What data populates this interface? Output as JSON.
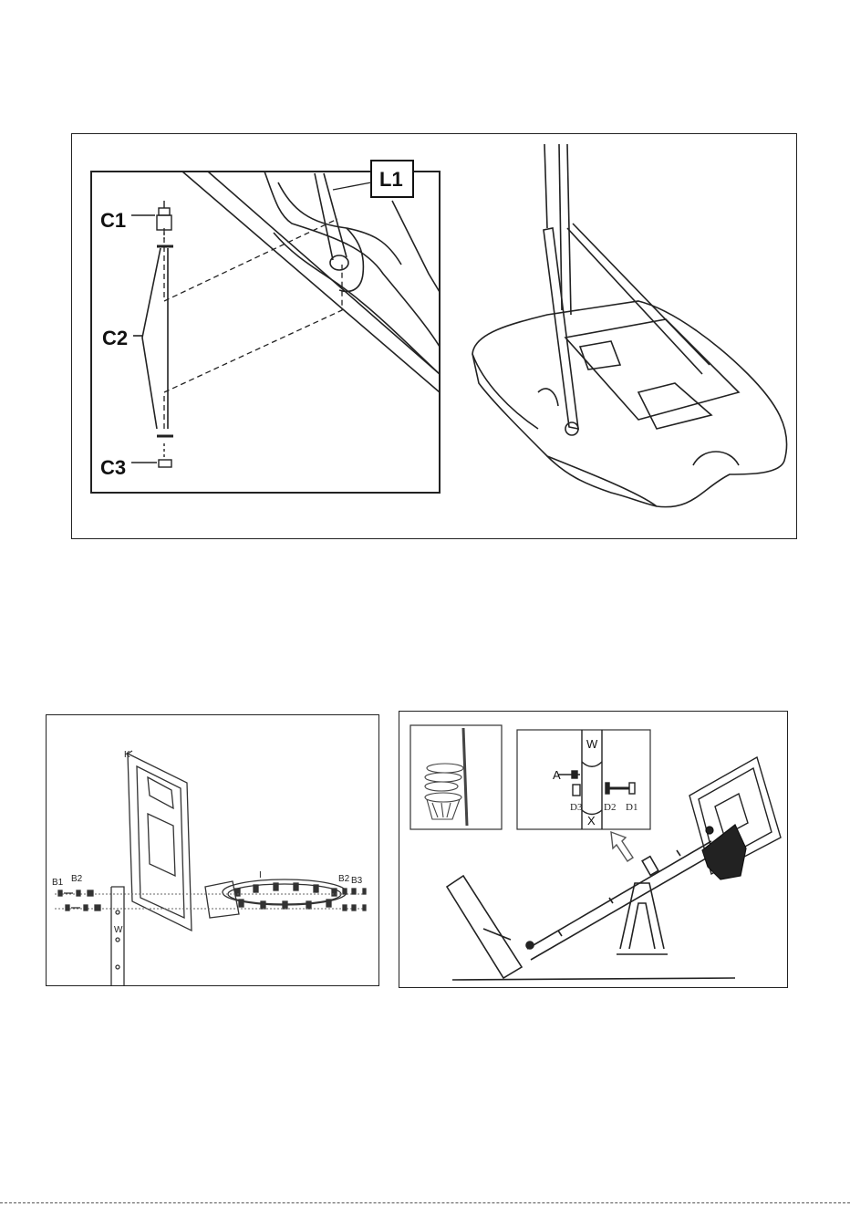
{
  "top_figure": {
    "callout_labels": {
      "c1": "C1",
      "c2": "C2",
      "c3": "C3",
      "l1": "L1"
    }
  },
  "bottom_left_figure": {
    "labels": {
      "k": "K",
      "b1": "B1",
      "b2_left": "B2",
      "b2_right": "B2",
      "b3": "B3",
      "i": "I",
      "w": "W"
    }
  },
  "bottom_right_figure": {
    "labels": {
      "w": "W",
      "x": "X",
      "a": "A",
      "d1": "D1",
      "d2": "D2",
      "d3": "D3"
    }
  }
}
